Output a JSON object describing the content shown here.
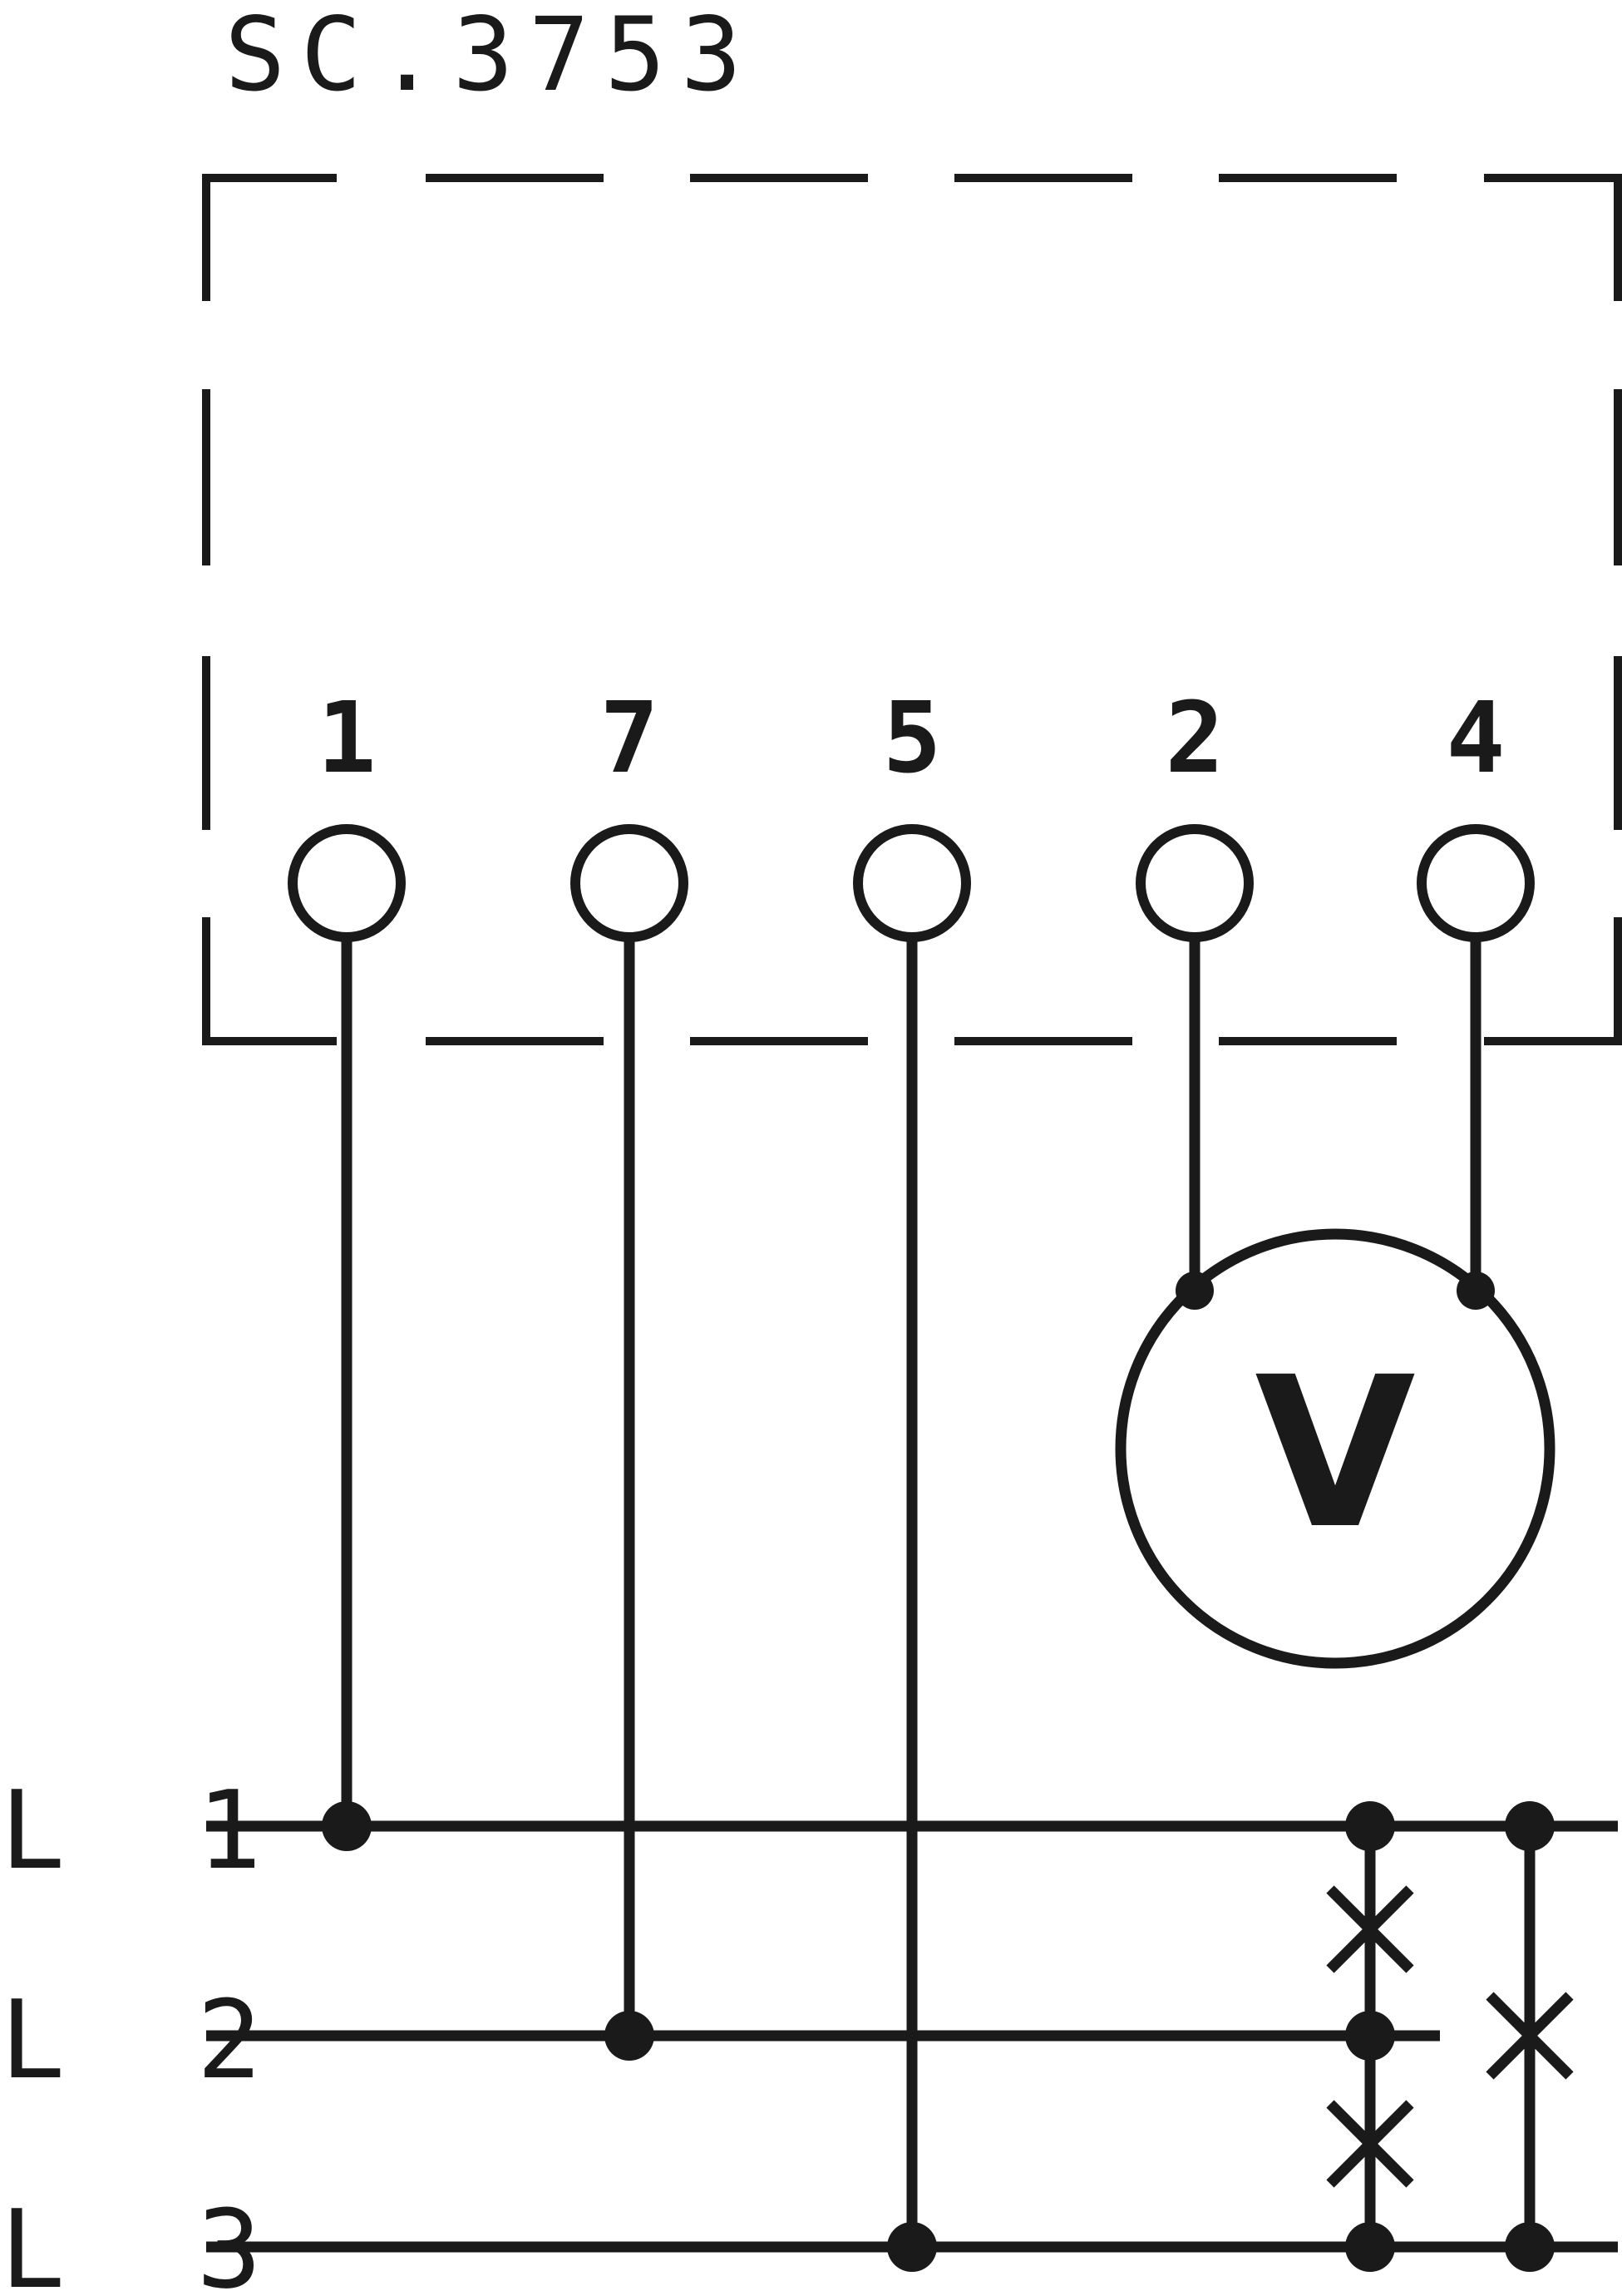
{
  "title": "SC.3753",
  "terminals": [
    "1",
    "7",
    "5",
    "2",
    "4"
  ],
  "meter": {
    "label": "V",
    "icon": "voltmeter-icon"
  },
  "phases": [
    "L 1",
    "L 2",
    "L 3"
  ],
  "colors": {
    "ink": "#1a1a1a",
    "background": "#ffffff"
  }
}
